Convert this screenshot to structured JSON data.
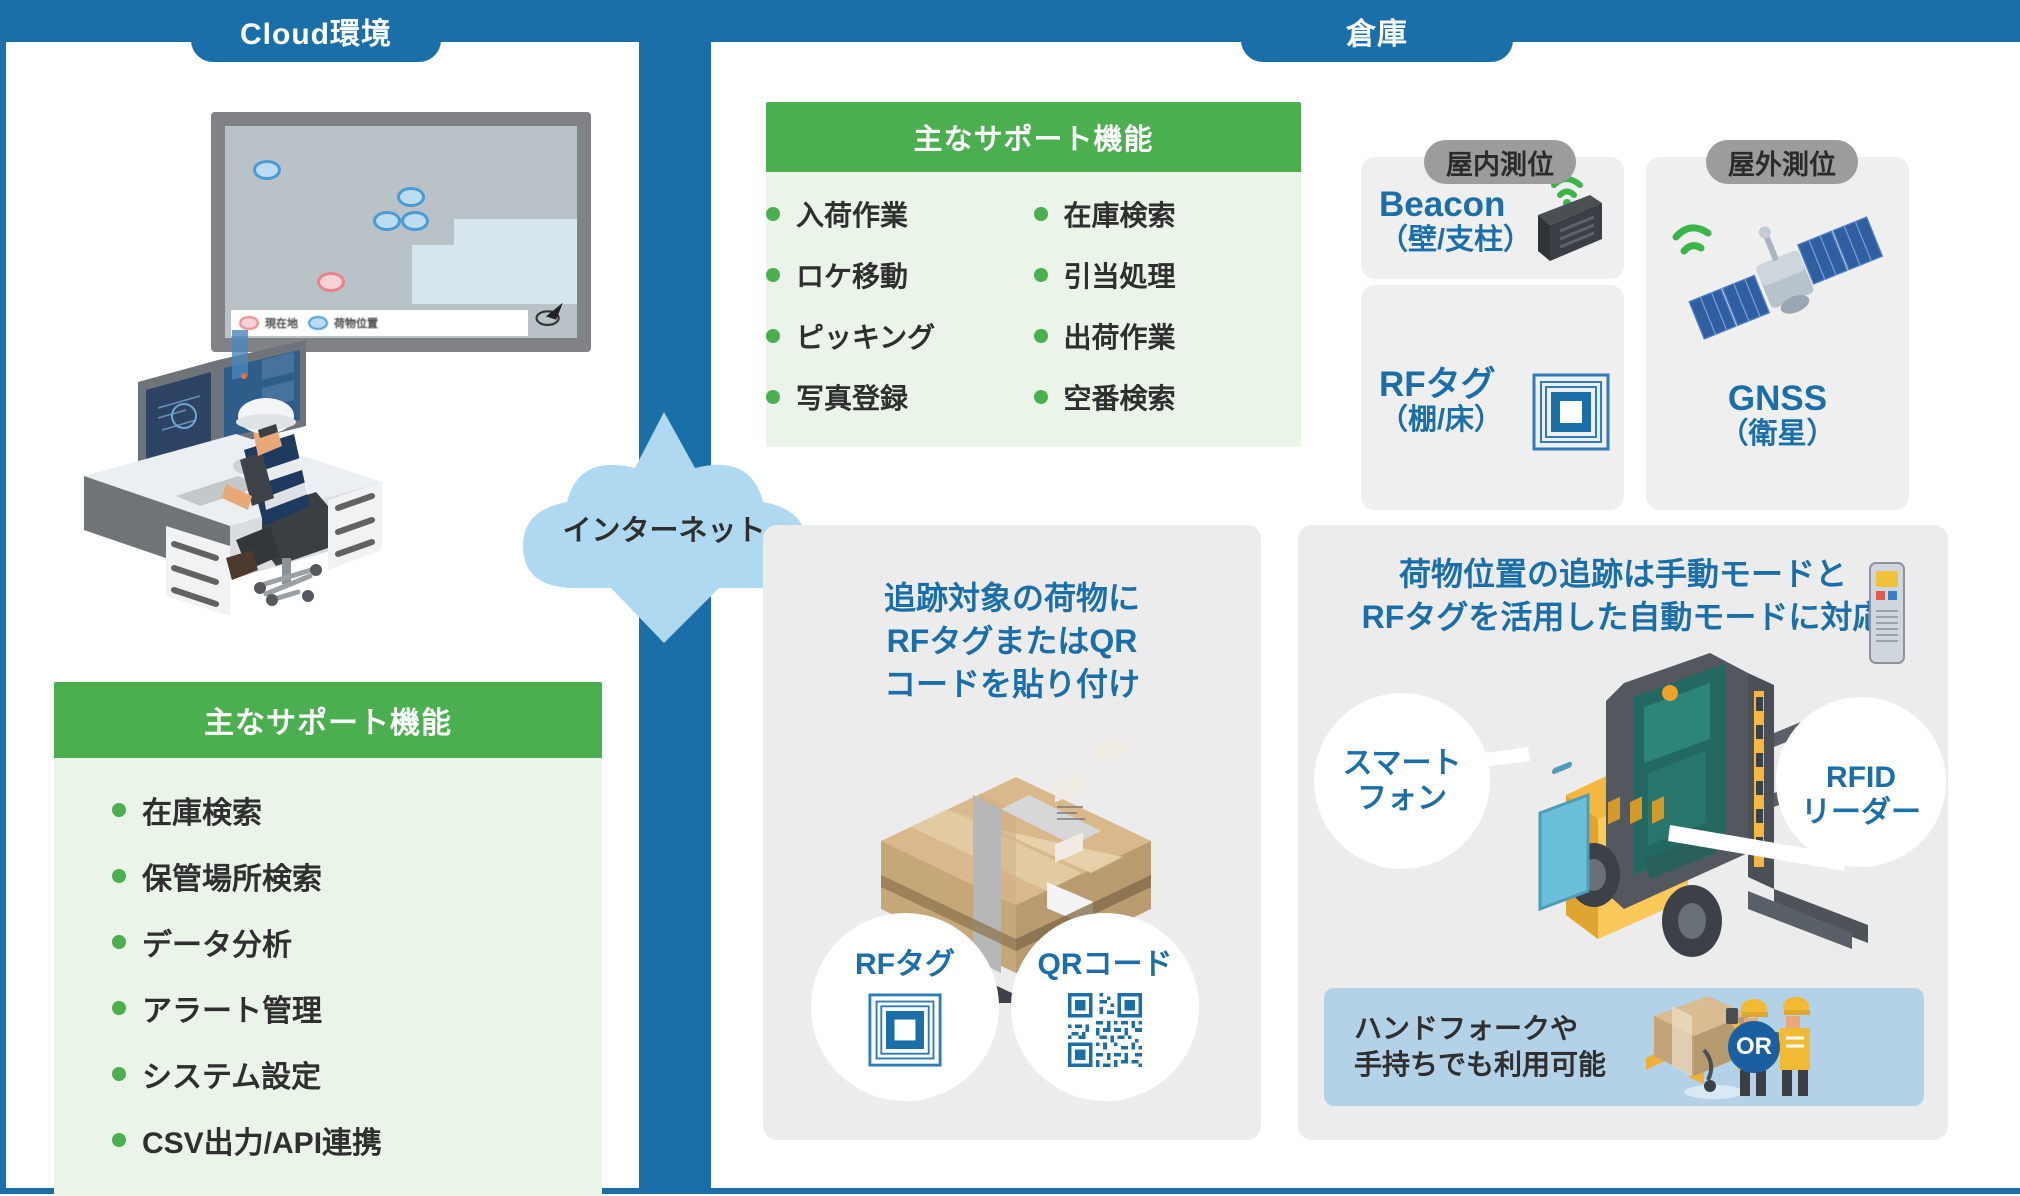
{
  "tabs": {
    "cloud": "Cloud環境",
    "warehouse": "倉庫"
  },
  "network": {
    "cloud_label": "インターネット"
  },
  "monitor": {
    "legend_current": "現在地",
    "legend_cargo": "荷物位置"
  },
  "features_cloud": {
    "title": "主なサポート機能",
    "items": [
      "在庫検索",
      "保管場所検索",
      "データ分析",
      "アラート管理",
      "システム設定",
      "CSV出力/API連携"
    ]
  },
  "features_warehouse": {
    "title": "主なサポート機能",
    "column_left": [
      "入荷作業",
      "ロケ移動",
      "ピッキング",
      "写真登録"
    ],
    "column_right": [
      "在庫検索",
      "引当処理",
      "出荷作業",
      "空番検索"
    ]
  },
  "positioning": {
    "indoor_badge": "屋内測位",
    "outdoor_badge": "屋外測位",
    "beacon_name": "Beacon",
    "beacon_sub": "（壁/支柱）",
    "rftag_name": "RFタグ",
    "rftag_sub": "（棚/床）",
    "gnss_name": "GNSS",
    "gnss_sub": "（衛星）"
  },
  "tagging_panel": {
    "title_line1": "追跡対象の荷物に",
    "title_line2": "RFタグまたはQR",
    "title_line3": "コードを貼り付け",
    "circle_rftag": "RFタグ",
    "circle_qr": "QRコード"
  },
  "tracking_panel": {
    "title_line1": "荷物位置の追跡は手動モードと",
    "title_line2": "RFタグを活用した自動モードに対応",
    "circle_smartphone_line1": "スマート",
    "circle_smartphone_line2": "フォン",
    "circle_rfid_line1": "RFID",
    "circle_rfid_line2": "リーダー",
    "handfork_line1": "ハンドフォークや",
    "handfork_line2": "手持ちでも利用可能",
    "or_label": "OR"
  },
  "colors": {
    "brand_blue": "#1b6fa8",
    "accent_green": "#4caf4f",
    "cloud_blue": "#aed9f0",
    "panel_grey": "#ececec"
  }
}
